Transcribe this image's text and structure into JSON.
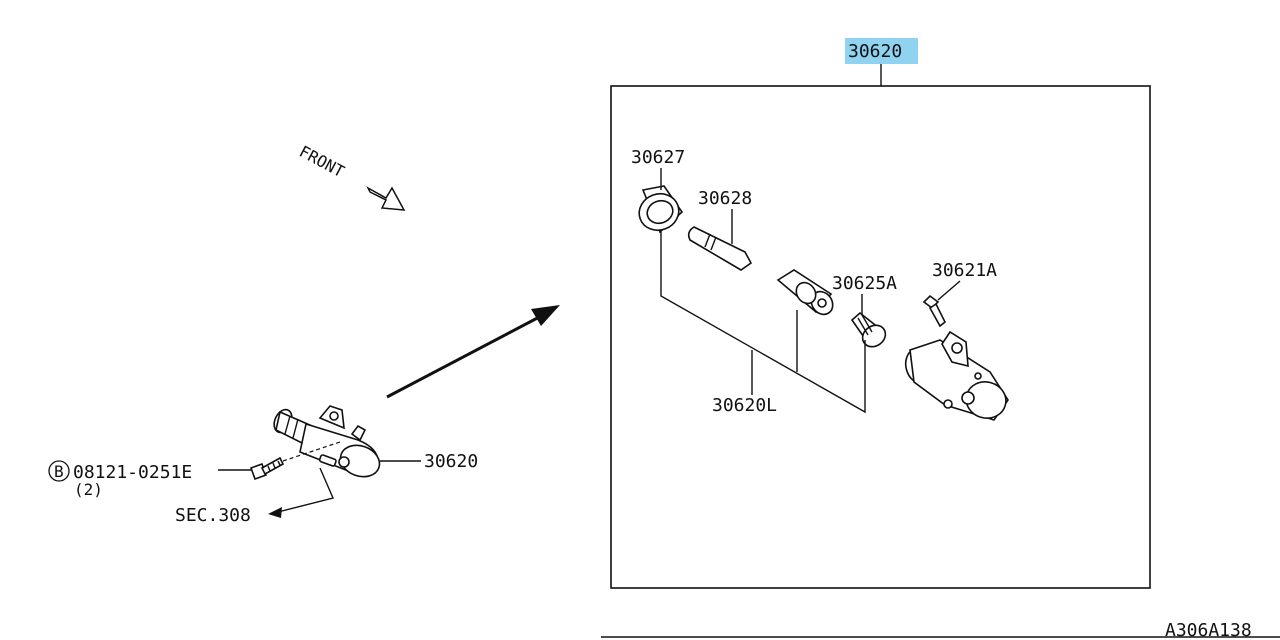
{
  "diagram": {
    "highlight_part": "30620",
    "highlight_color": "#8fd3f0",
    "front_label": "FRONT",
    "callouts": {
      "box_top": "30620",
      "p30627": "30627",
      "p30628": "30628",
      "p30625a": "30625A",
      "p30621a": "30621A",
      "p30620l": "30620L",
      "left_30620": "30620",
      "bolt": "08121-0251E",
      "bolt_prefix": "B",
      "bolt_qty": "(2)",
      "sec_ref": "SEC.308"
    },
    "diagram_code": "A306A138"
  }
}
